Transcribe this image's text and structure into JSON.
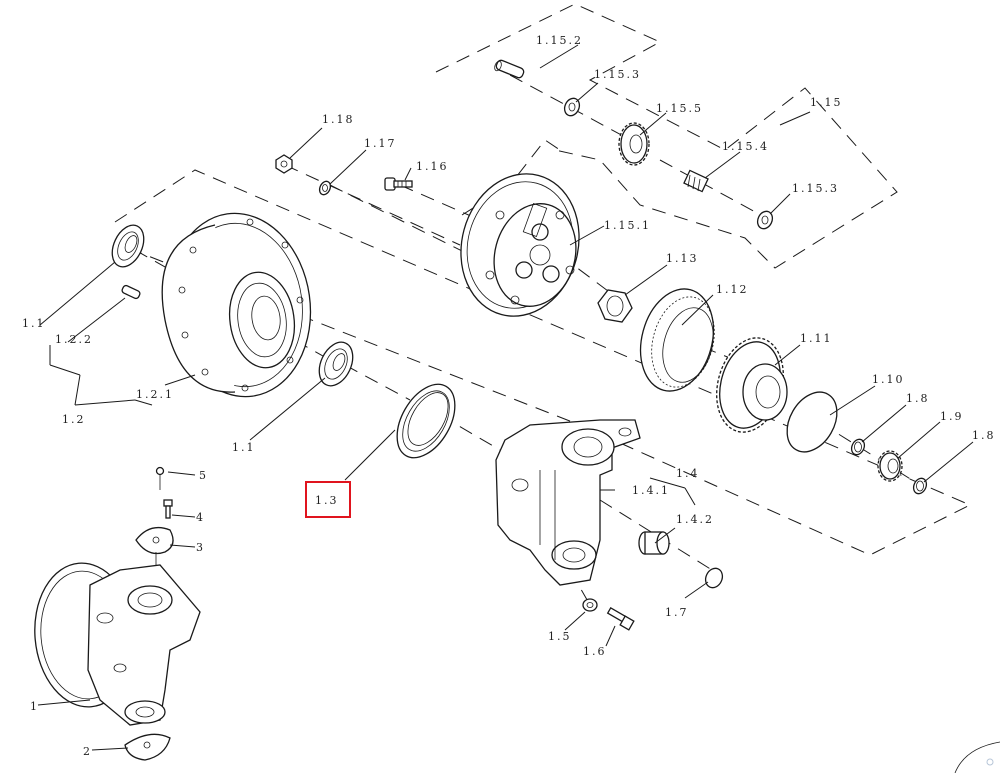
{
  "labels": {
    "l_1_15_2": "1.15.2",
    "l_1_15_3a": "1.15.3",
    "l_1_15_5": "1.15.5",
    "l_1_15": "1.15",
    "l_1_18": "1.18",
    "l_1_17": "1.17",
    "l_1_16": "1.16",
    "l_1_15_4": "1.15.4",
    "l_1_15_3b": "1.15.3",
    "l_1_15_1": "1.15.1",
    "l_1_13": "1.13",
    "l_1_12": "1.12",
    "l_1_11": "1.11",
    "l_1_10": "1.10",
    "l_1_8a": "1.8",
    "l_1_9": "1.9",
    "l_1_8b": "1.8",
    "l_1_1a": "1.1",
    "l_1_2_2": "1.2.2",
    "l_1_2_1": "1.2.1",
    "l_1_2": "1.2",
    "l_1_1b": "1.1",
    "l_1_3": "1.3",
    "l_1_4": "1.4",
    "l_1_4_1": "1.4.1",
    "l_1_4_2": "1.4.2",
    "l_1_7": "1.7",
    "l_1_5": "1.5",
    "l_1_6": "1.6",
    "l_5": "5",
    "l_4": "4",
    "l_3": "3",
    "l_1": "1",
    "l_2": "2"
  },
  "highlighted_label": "1.3",
  "colors": {
    "highlight": "#e0141e",
    "line": "#1a1a1a"
  }
}
